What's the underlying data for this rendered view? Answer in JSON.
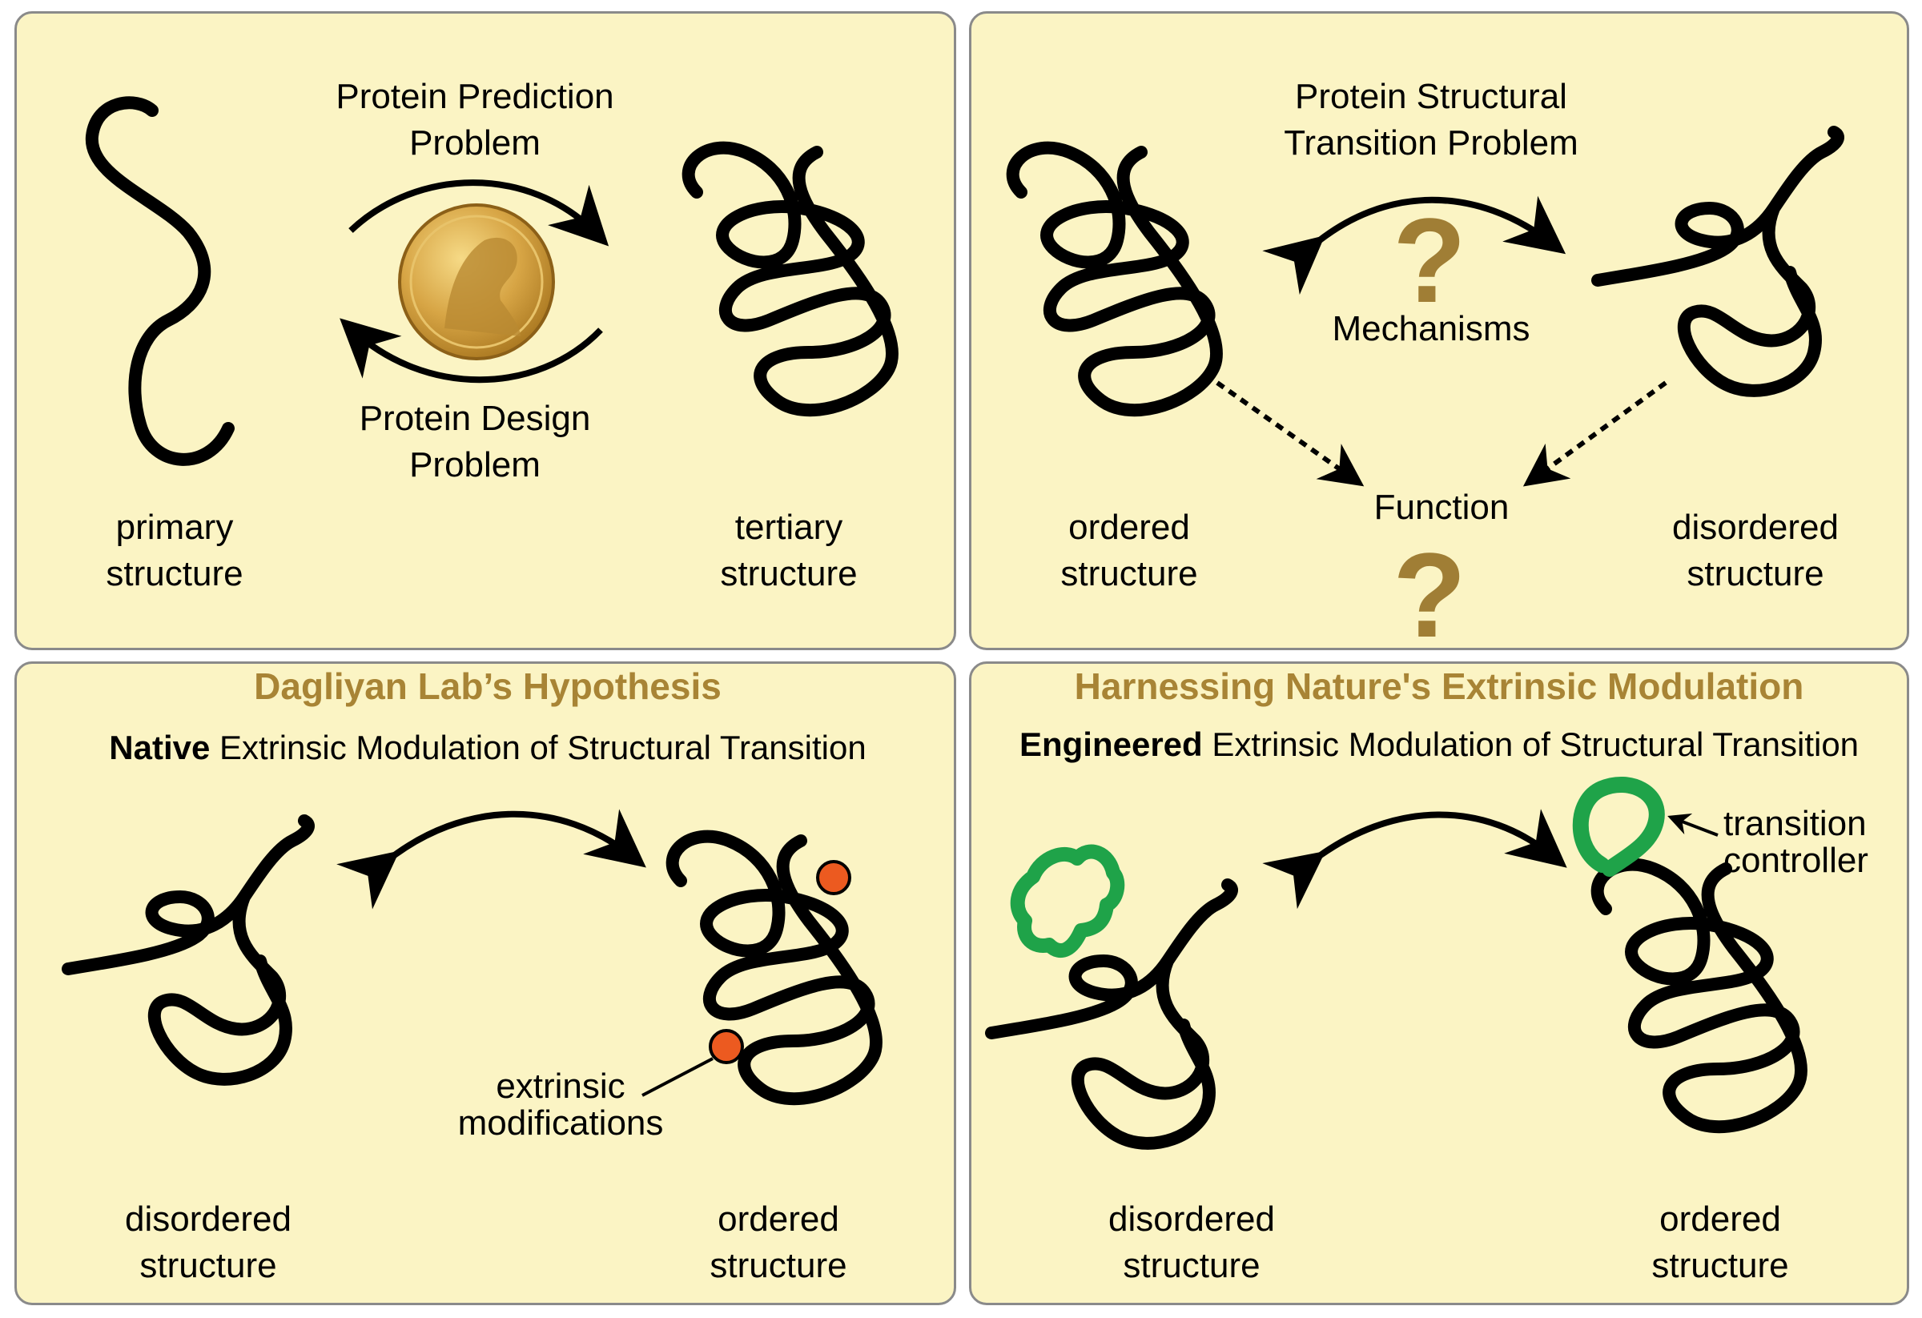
{
  "panel1": {
    "top_label": "Protein Prediction\nProblem",
    "bottom_label": "Protein Design\nProblem",
    "left_caption": "primary\nstructure",
    "right_caption": "tertiary\nstructure",
    "medal_icon": "nobel-medal-icon"
  },
  "panel2": {
    "top_label": "Protein Structural\nTransition Problem",
    "question_mark": "?",
    "mechanisms": "Mechanisms",
    "function": "Function",
    "left_caption": "ordered\nstructure",
    "right_caption": "disordered\nstructure"
  },
  "panel3": {
    "title": "Dagliyan Lab’s Hypothesis",
    "subtitle_bold": "Native",
    "subtitle_rest": " Extrinsic Modulation of Structural Transition",
    "annotation": "extrinsic\nmodifications",
    "left_caption": "disordered\nstructure",
    "right_caption": "ordered\nstructure"
  },
  "panel4": {
    "title": "Harnessing Nature's Extrinsic Modulation",
    "subtitle_bold": "Engineered",
    "subtitle_rest": " Extrinsic Modulation of Structural Transition",
    "annotation": "transition\ncontroller",
    "left_caption": "disordered\nstructure",
    "right_caption": "ordered\nstructure"
  },
  "colors": {
    "panel_bg": "#fbf4c4",
    "title_gold": "#a88435",
    "question_gold": "#a07e35",
    "modification_orange": "#ec5a20",
    "controller_green": "#1fa349"
  }
}
